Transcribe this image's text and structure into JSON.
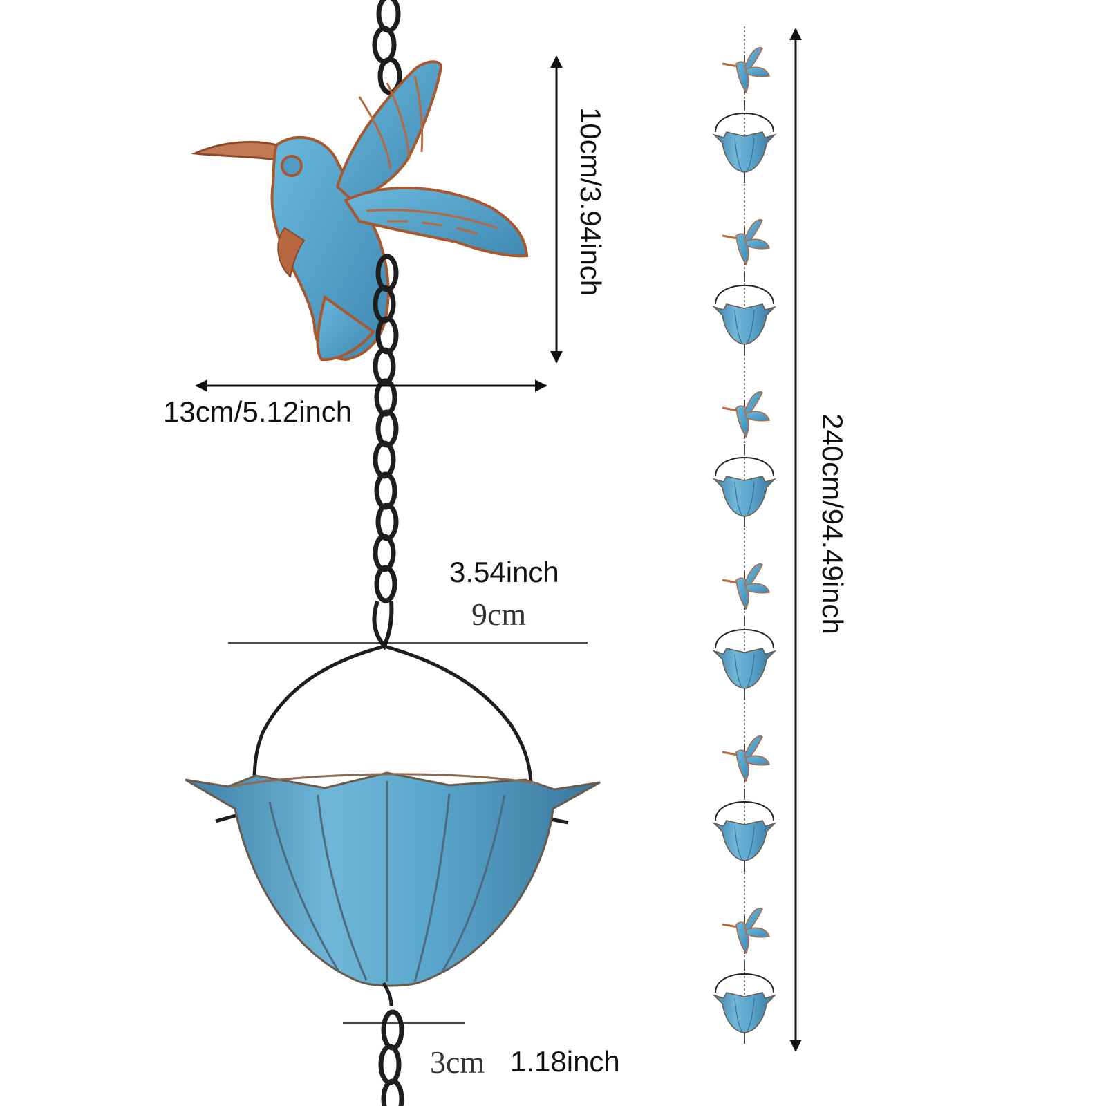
{
  "dimensions": {
    "bird_height": "10cm/3.94inch",
    "bird_width": "13cm/5.12inch",
    "cup_width_inch": "3.54inch",
    "cup_width_cm": "9cm",
    "cup_bottom_cm": "3cm",
    "cup_bottom_inch": "1.18inch",
    "total_length": "240cm/94.49inch"
  },
  "chain_sequence": [
    "hummingbird-icon",
    "flower-cup-icon",
    "hummingbird-icon",
    "flower-cup-icon",
    "hummingbird-icon",
    "flower-cup-icon",
    "hummingbird-icon",
    "flower-cup-icon",
    "hummingbird-icon",
    "flower-cup-icon",
    "hummingbird-icon",
    "flower-cup-icon"
  ],
  "colors": {
    "background": "#ffffff",
    "patina_blue": "#5aa6cc",
    "copper": "#b8683f",
    "chain": "#1e1e1e",
    "dimension_line": "#111111"
  }
}
